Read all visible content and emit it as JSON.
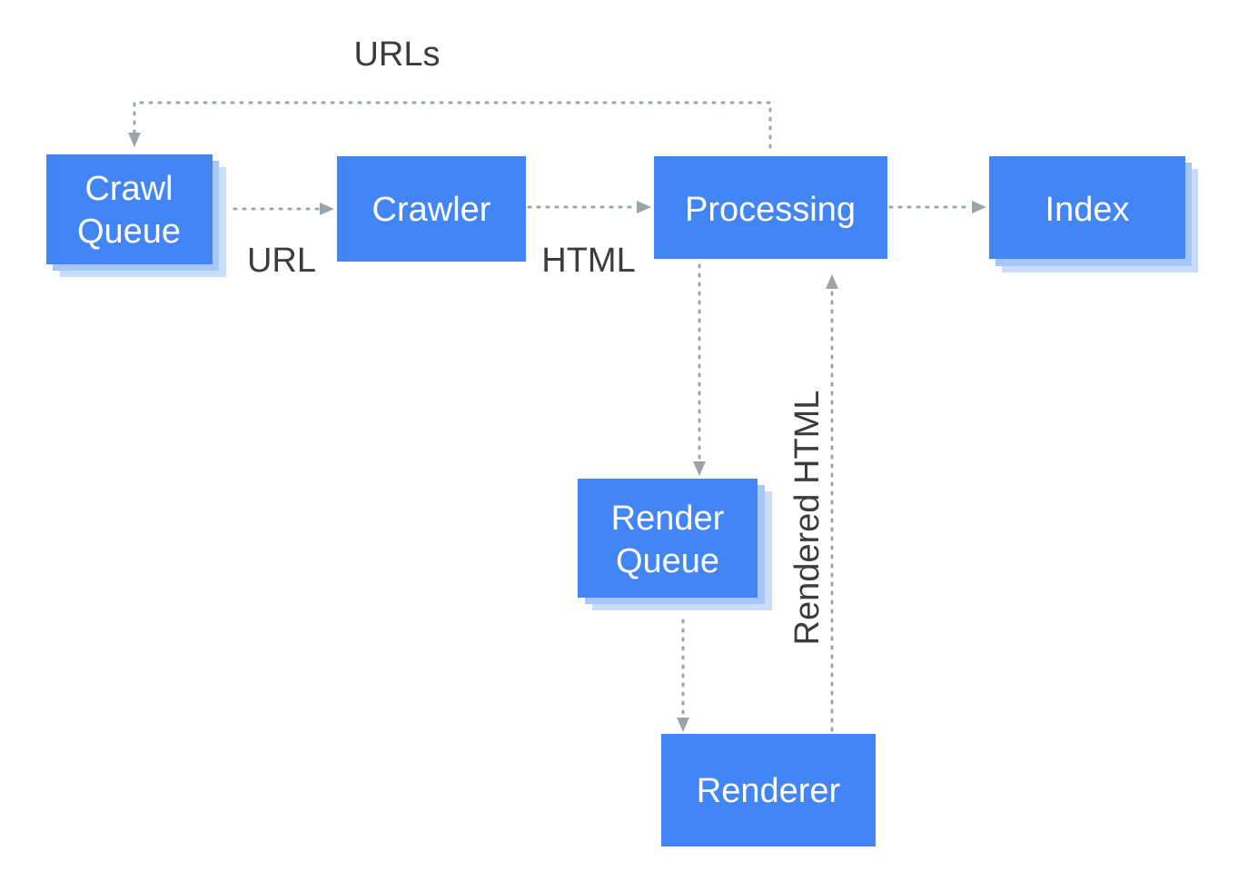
{
  "nodes": {
    "crawl_queue": {
      "line1": "Crawl",
      "line2": "Queue"
    },
    "crawler": {
      "label": "Crawler"
    },
    "processing": {
      "label": "Processing"
    },
    "index": {
      "label": "Index"
    },
    "render_queue": {
      "line1": "Render",
      "line2": "Queue"
    },
    "renderer": {
      "label": "Renderer"
    }
  },
  "edges": {
    "urls_feedback": "URLs",
    "queue_to_crawler": "URL",
    "crawler_to_processing": "HTML",
    "renderer_to_processing": "Rendered HTML"
  },
  "colors": {
    "box": "#4285f4",
    "shadow": "#c9dcfb",
    "arrow": "#9aa5ab",
    "label_text": "#3c3c3c"
  }
}
